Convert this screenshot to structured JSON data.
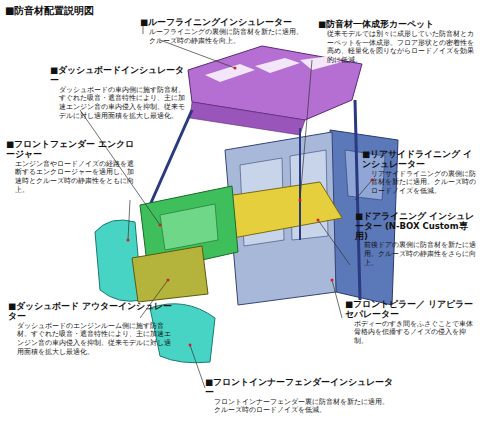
{
  "diagram": {
    "title": "■防音材配置説明図",
    "labels": [
      "■ルーフライニングインシュレーター",
      "ルーフライニングの裏側に防音材を新たに適用。クルーズ時の静粛性を向上。",
      "■防音材一体成形カーペット",
      "従来モデルでは別々に成形していた防音材とカーペットを一体成形。フロア形状との密着性を高め、軽量化を図りながらロードノイズを効果的に低減。",
      "■ダッシュボードインシュレーター",
      "ダッシュボードの車内側に施す防音材。すぐれた吸音・遮音特性により、主に加速エンジン音の車内侵入を抑制。従来モデルに対し適用面積を拡大し最適化。",
      "■リアサイドライニング インシュレーター",
      "リアサイドライニングの裏側に防音材を新たに適用。クルーズ時のロードノイズを低減。",
      "■フロントフェンダー エンクロージャー",
      "エンジン音やロードノイズの経路を遮断するエンクロージャーを適用し、加速時とクルーズ時の静粛性をともに向上。",
      "■ドアライニング インシュレーター (N-BOX Custom専用)",
      "前後ドアの裏側に防音材を新たに適用。クルーズ時の静粛性をさらに向上。",
      "■ダッシュボード アウターインシュレーター",
      "ダッシュボードのエンジンルーム側に施す防音材。すぐれた吸音・遮音特性により、主に加速エンジン音の車内侵入を抑制。従来モデルに対し適用面積を拡大し最適化。",
      "■フロントピラー／ リアピラーセパレーター",
      "ボディーのすき間をふさぐことで車体骨格内を伝播するノイズの侵入を抑制。",
      "■フロントインナーフェンダーインシュレーター",
      "フロントインナーフェンダー裏に防音材を新たに適用。クルーズ時のロードノイズを低減。"
    ]
  }
}
